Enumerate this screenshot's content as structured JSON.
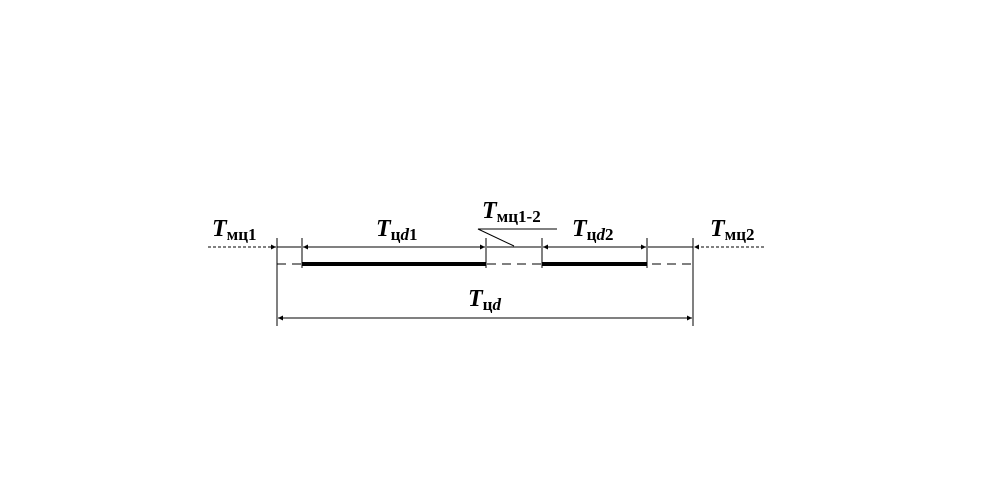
{
  "diagram": {
    "labels": {
      "t_mc1": {
        "main": "T",
        "sub": "мц1"
      },
      "t_cd1": {
        "main": "T",
        "sub_a": "ц",
        "sub_b": "d",
        "sub_c": "1"
      },
      "t_mc1_2": {
        "main": "T",
        "sub": "мц1-2"
      },
      "t_cd2": {
        "main": "T",
        "sub_a": "ц",
        "sub_b": "d",
        "sub_c": "2"
      },
      "t_mc2": {
        "main": "T",
        "sub": "мц2"
      },
      "t_cd": {
        "main": "T",
        "sub_a": "ц",
        "sub_b": "d"
      }
    },
    "colors": {
      "ink": "#000000",
      "background": "#ffffff"
    }
  }
}
